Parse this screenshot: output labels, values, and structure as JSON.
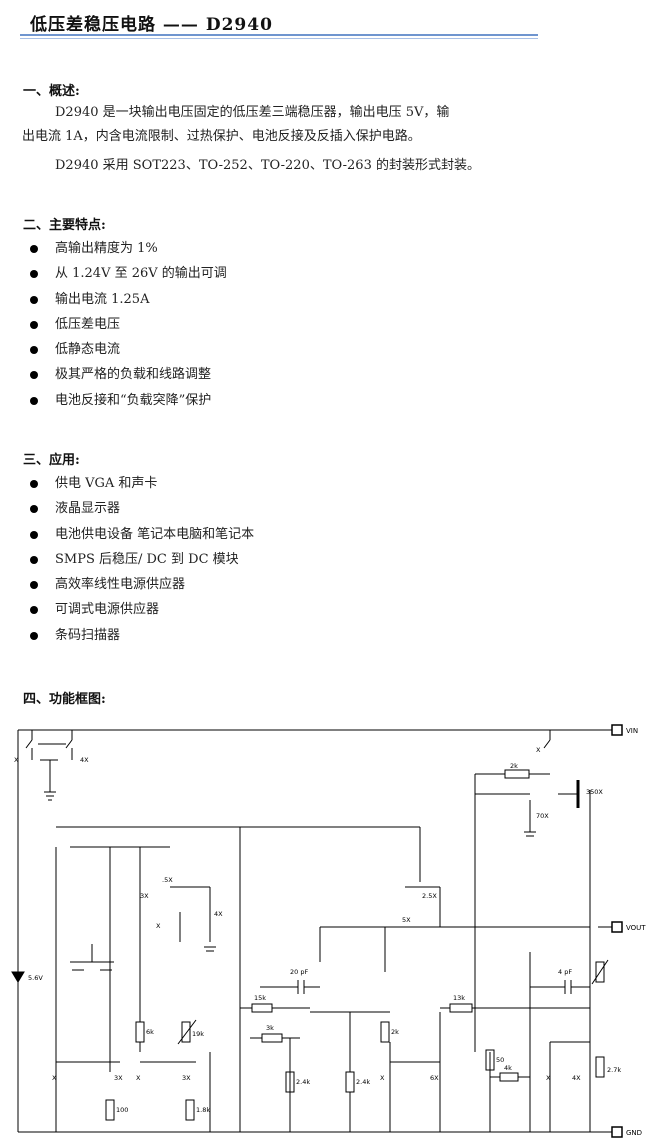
{
  "title": "低压差稳压电路 —— D2940",
  "sections": {
    "overview": {
      "heading": "一、概述:",
      "para1_line1": "D2940 是一块输出电压固定的低压差三端稳压器，输出电压 5V，输",
      "para1_line2": "出电流 1A，内含电流限制、过热保护、电池反接及反插入保护电路。",
      "para2": "D2940 采用 SOT223、TO-252、TO-220、TO-263 的封装形式封装。"
    },
    "features": {
      "heading": "二、主要特点:",
      "items": [
        "高输出精度为 1%",
        "从 1.24V 至 26V 的输出可调",
        "输出电流 1.25A",
        "低压差电压",
        "低静态电流",
        "极其严格的负载和线路调整",
        "电池反接和“负载突降”保护"
      ]
    },
    "applications": {
      "heading": "三、应用:",
      "items": [
        "供电 VGA 和声卡",
        "液晶显示器",
        "电池供电设备 笔记本电脑和笔记本",
        "SMPS 后稳压/ DC 到 DC 模块",
        "高效率线性电源供应器",
        "可调式电源供应器",
        "条码扫描器"
      ]
    },
    "block_diagram": {
      "heading": "四、功能框图:",
      "pins": {
        "vin": "VIN",
        "vout": "VOUT",
        "gnd": "GND"
      },
      "labels": {
        "zener": "5.6V",
        "r_2k": "2k",
        "q_350x": "350X",
        "q_70x": "70X",
        "q_4x_top": "4X",
        "q_x_top": "X",
        "q_x_top_right": "X",
        "q_5x": ".5X",
        "q_3x": "3X",
        "q_4x_mid": "4X",
        "q_x_mid": "X",
        "q_25x": "2.5X",
        "q_5x_b": "5X",
        "c_20pf": "20 pF",
        "c_4pf": "4 pF",
        "r_15k": "15k",
        "r_3k": "3k",
        "r_13k": "13k",
        "r_6k": "6k",
        "r_19k": "19k",
        "r_2k_b": "2k",
        "r_50": "50",
        "r_4k": "4k",
        "r_27k": "2.7k",
        "r_24k_a": "2.4k",
        "r_24k_b": "2.4k",
        "r_18k": "1.8k",
        "r_100": "100",
        "q_x_b1": "X",
        "q_3x_b1": "3X",
        "q_x_b2": "X",
        "q_3x_b2": "3X",
        "q_x_b3": "X",
        "q_6x": "6X",
        "q_x_b4": "X",
        "q_4x_b": "4X"
      }
    }
  }
}
